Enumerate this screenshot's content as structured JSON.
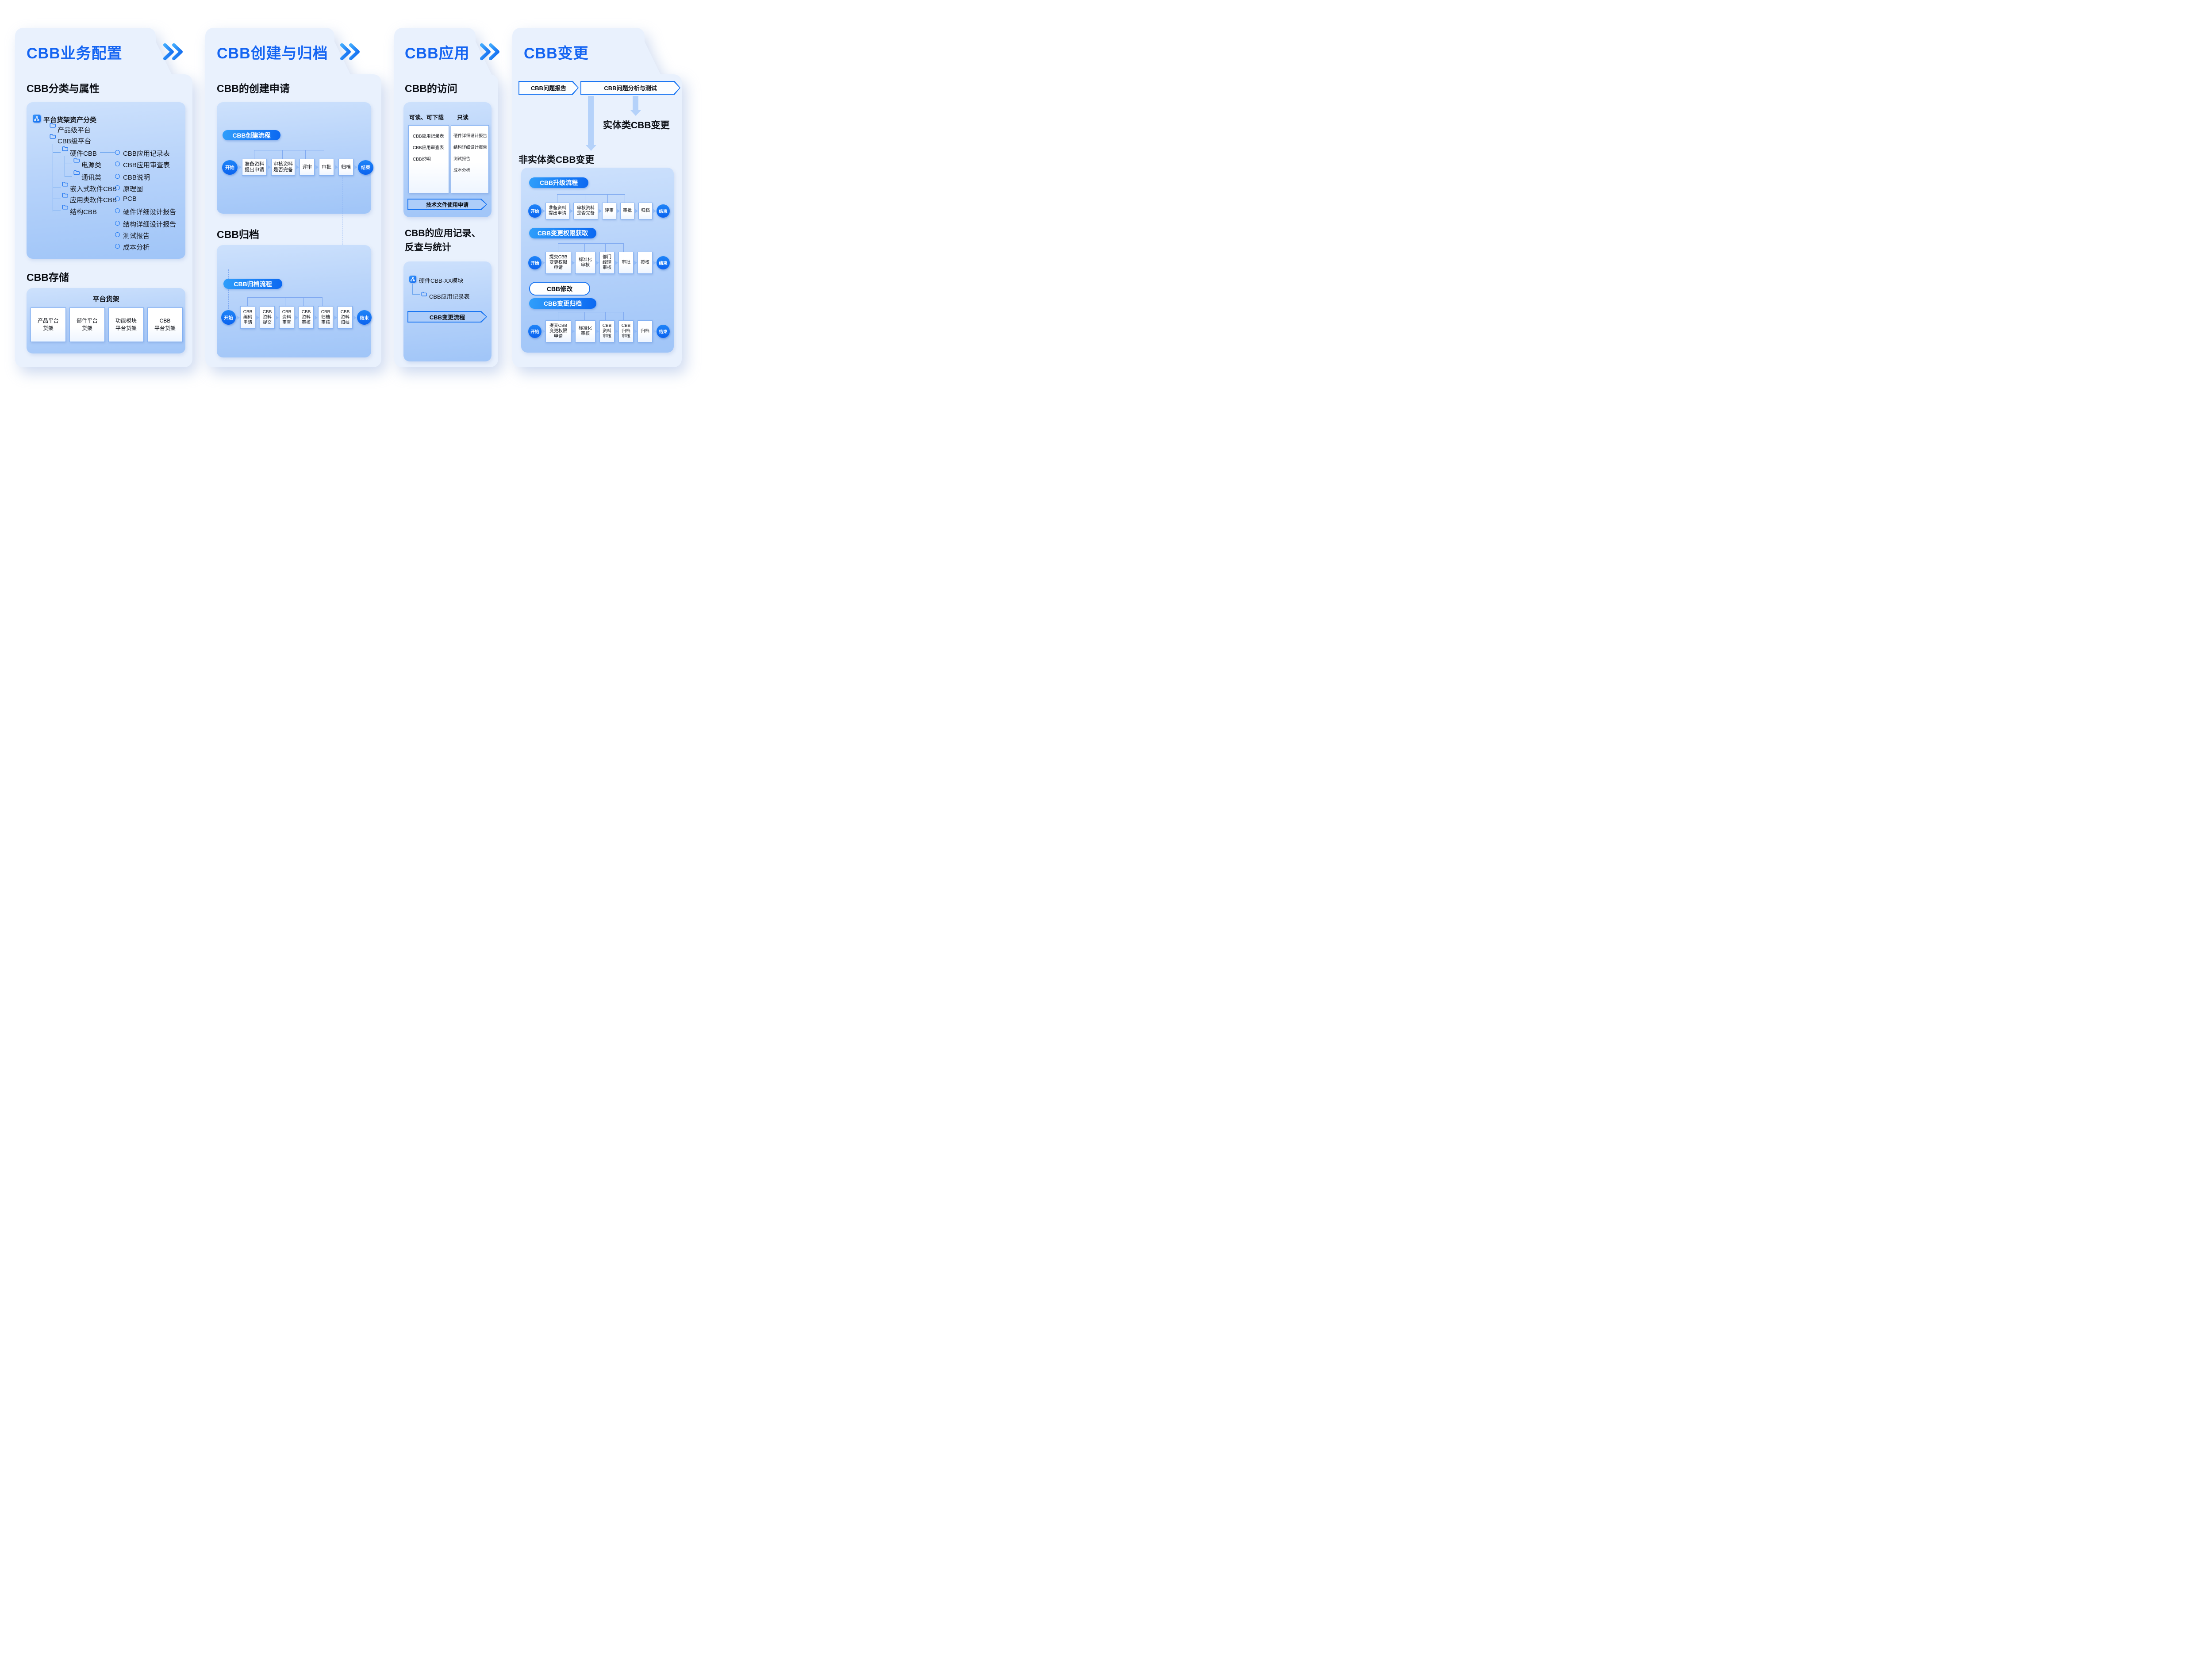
{
  "flow_terms": {
    "start": "开始",
    "end": "结束"
  },
  "panels": [
    {
      "title": "CBB业务配置",
      "heading_classify": "CBB分类与属性",
      "heading_storage": "CBB存储",
      "tree": {
        "root": "平台货架资产分类",
        "nodes": [
          "产品级平台",
          "CBB级平台",
          "硬件CBB",
          "电源类",
          "通讯类",
          "嵌入式软件CBB",
          "应用类软件CBB",
          "结构CBB"
        ]
      },
      "attrs": [
        "CBB应用记录表",
        "CBB应用审查表",
        "CBB说明",
        "原理图",
        "PCB",
        "硬件详细设计报告",
        "结构详细设计报告",
        "测试报告",
        "成本分析"
      ],
      "storage": {
        "label": "平台货架",
        "shelves": [
          [
            "产品平台",
            "货架"
          ],
          [
            "部件平台",
            "货架"
          ],
          [
            "功能模块",
            "平台货架"
          ],
          [
            "CBB",
            "平台货架"
          ]
        ]
      }
    },
    {
      "title": "CBB创建与归档",
      "heading_create": "CBB的创建申请",
      "heading_archive": "CBB归档",
      "badge_create": "CBB创建流程",
      "badge_archive": "CBB归档流程",
      "create_flow": {
        "boxes": [
          [
            "准备资料",
            "提出申请"
          ],
          [
            "审核资料",
            "是否完备"
          ],
          [
            "评审"
          ],
          [
            "审批"
          ],
          [
            "归档"
          ]
        ]
      },
      "archive_flow": {
        "boxes": [
          [
            "CBB",
            "编码",
            "申请"
          ],
          [
            "CBB",
            "资料",
            "提交"
          ],
          [
            "CBB",
            "资料",
            "审查"
          ],
          [
            "CBB",
            "资料",
            "审核"
          ],
          [
            "CBB",
            "归档",
            "审核"
          ],
          [
            "CBB",
            "资料",
            "归档"
          ]
        ]
      }
    },
    {
      "title": "CBB应用",
      "heading_access": "CBB的访问",
      "readable_label": "可读、可下载",
      "readonly_label": "只读",
      "readable_items": [
        "CBB应用记录表",
        "CBB应用审查表",
        "CBB说明"
      ],
      "readonly_items": [
        "硬件详细设计报告",
        "结构详细设计报告",
        "测试报告",
        "成本分析"
      ],
      "banner_tech": "技术文件使用申请",
      "heading_record_1": "CBB的应用记录、",
      "heading_record_2": "反查与统计",
      "tree_root": "硬件CBB-XX模块",
      "tree_child": "CBB应用记录表",
      "banner_change": "CBB变更流程"
    },
    {
      "title": "CBB变更",
      "banner_report": "CBB问题报告",
      "banner_analysis": "CBB问题分析与测试",
      "label_entity": "实体类CBB变更",
      "label_nonentity": "非实体类CBB变更",
      "badge_upgrade": "CBB升级流程",
      "badge_perm": "CBB变更权限获取",
      "pill_modify": "CBB修改",
      "badge_archive": "CBB变更归档",
      "upgrade_flow": {
        "boxes": [
          [
            "准备资料",
            "提出申请"
          ],
          [
            "审核资料",
            "是否完备"
          ],
          [
            "评审"
          ],
          [
            "审批"
          ],
          [
            "归档"
          ]
        ]
      },
      "perm_flow": {
        "boxes": [
          [
            "提交CBB",
            "变更权限",
            "申请"
          ],
          [
            "标准化",
            "审核"
          ],
          [
            "部门",
            "经理",
            "审核"
          ],
          [
            "审批"
          ],
          [
            "授权"
          ]
        ]
      },
      "archive_flow": {
        "boxes": [
          [
            "提交CBB",
            "变更权限",
            "申请"
          ],
          [
            "标准化",
            "审核"
          ],
          [
            "CBB",
            "资料",
            "审核"
          ],
          [
            "CBB",
            "归档",
            "审核"
          ],
          [
            "归档"
          ]
        ]
      }
    }
  ]
}
